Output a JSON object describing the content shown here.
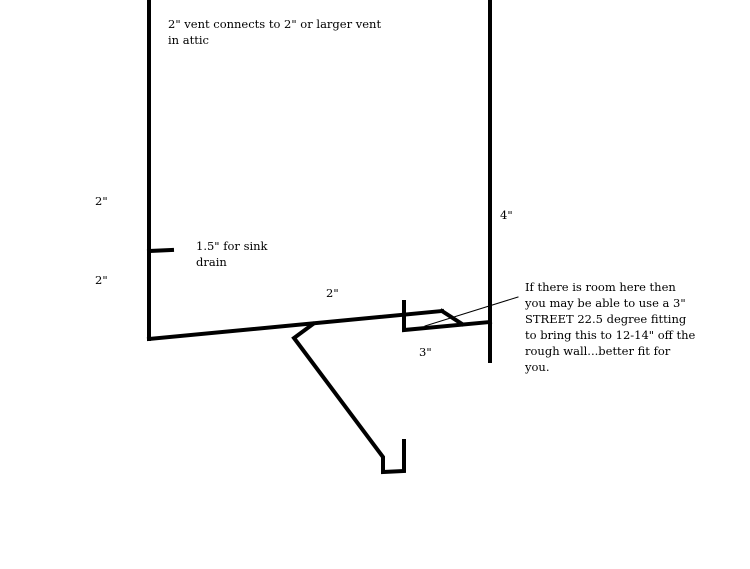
{
  "diagram": {
    "type": "plumbing vent/drain sketch",
    "colors": {
      "background": "#ffffff",
      "stroke": "#000000"
    },
    "labels": {
      "vent_note_line1": "2\" vent connects to 2\" or larger vent",
      "vent_note_line2": "in attic",
      "left_upper_size": "2\"",
      "left_lower_size": "2\"",
      "sink_drain_line1": "1.5\" for sink",
      "sink_drain_line2": "drain",
      "horizontal_size": "2\"",
      "fitting_size": "3\"",
      "stack_size": "4\"",
      "suggestion_line1": "If there is room here then",
      "suggestion_line2": "you may be able to use a 3\"",
      "suggestion_line3": "STREET 22.5 degree fitting",
      "suggestion_line4": "to bring this to 12-14\" off the",
      "suggestion_line5": "rough wall...better fit for",
      "suggestion_line6": "you."
    }
  }
}
